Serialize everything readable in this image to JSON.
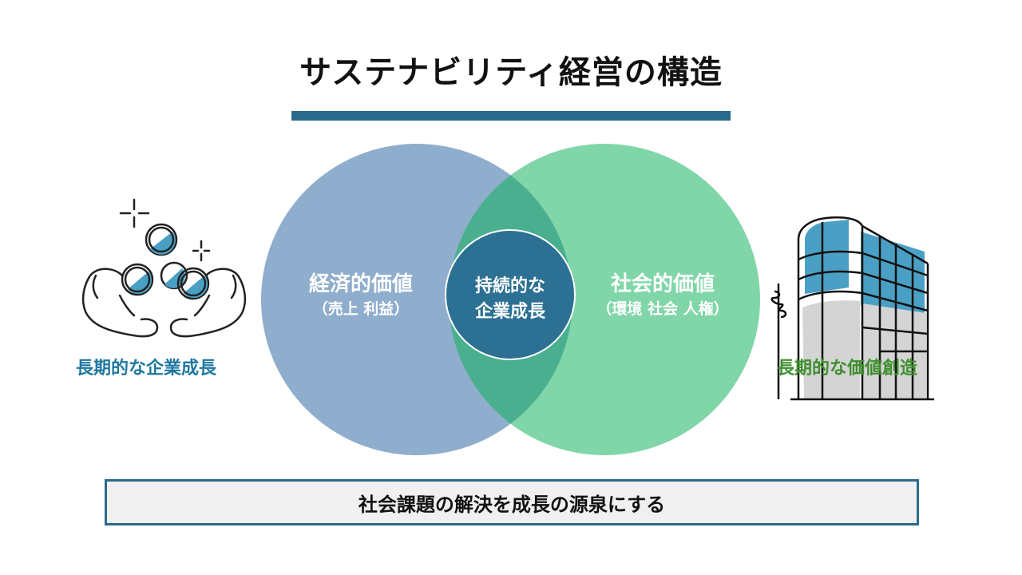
{
  "title": "サステナビリティ経営の構造",
  "venn": {
    "left": {
      "title": "経済的価値",
      "subtitle": "（売上 利益）",
      "color": "#8fadcc"
    },
    "right": {
      "title": "社会的価値",
      "subtitle": "（環境 社会 人権）",
      "color": "#80d6a8"
    },
    "overlap_color": "#4aaf8f",
    "center": {
      "line1": "持続的な",
      "line2": "企業成長",
      "color": "#2c7093"
    }
  },
  "left_icon": {
    "icon": "hands-coins-icon",
    "caption": "長期的な企業成長",
    "caption_color": "#1f78a0"
  },
  "right_icon": {
    "icon": "office-building-icon",
    "caption": "長期的な価値創造",
    "caption_color": "#3f8f2f"
  },
  "tagline": "社会課題の解決を成長の源泉にする"
}
